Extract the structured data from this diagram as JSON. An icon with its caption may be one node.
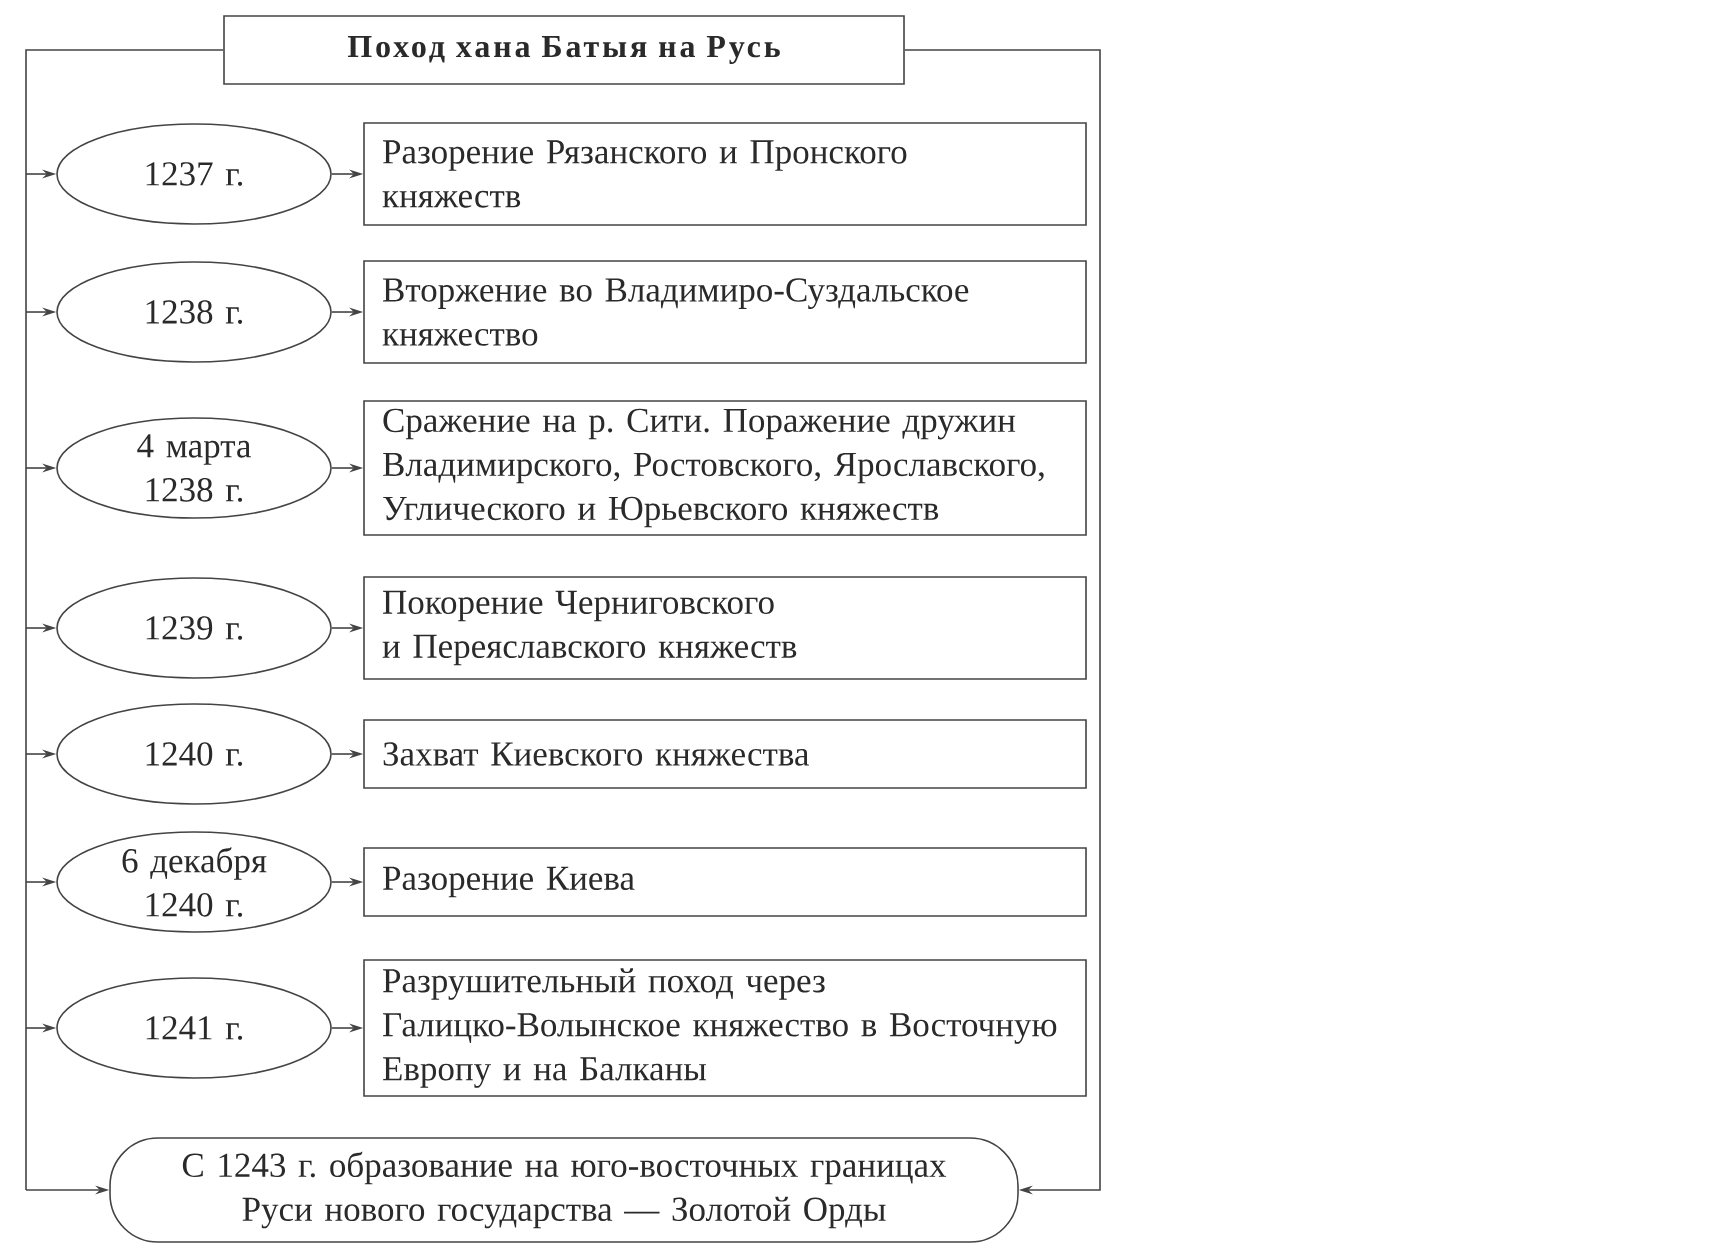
{
  "diagram": {
    "nodes": [
      {
        "text": [
          "Поход хана Батыя на Русь"
        ]
      },
      {
        "text": [
          "1237 г."
        ]
      },
      {
        "text": [
          "Разорение Рязанского и Пронского княжеств"
        ]
      },
      {
        "text": [
          "1238 г."
        ]
      },
      {
        "text": [
          "Вторжение во Владимиро-Суздальское княжество"
        ]
      },
      {
        "text": [
          "4 марта 1238 г."
        ]
      },
      {
        "text": [
          "Сражение на р. Сити. Поражение дружин Владимирского, Ростовского, Ярославского, Углического и Юрьевского княжеств"
        ]
      },
      {
        "text": [
          "1239 г."
        ]
      },
      {
        "text": [
          "Покорение Черниговского и Переяславского княжеств"
        ]
      },
      {
        "text": [
          "1240 г."
        ]
      },
      {
        "text": [
          "Захват Киевского княжества"
        ]
      },
      {
        "text": [
          "6 декабря 1240 г."
        ]
      },
      {
        "text": [
          "Разорение Киева"
        ]
      },
      {
        "text": [
          "1241 г."
        ]
      },
      {
        "text": [
          "Разрушительный поход через Галицко-Волынское княжество в Восточную Европу и на Балканы"
        ]
      },
      {
        "text": [
          "С 1243 г. образование на юго-восточных границах Руси нового государства — Золотой Орды"
        ]
      }
    ],
    "edges": [
      {
        "from": 0,
        "to": 1,
        "arrow": "to"
      },
      {
        "from": 1,
        "to": 2,
        "arrow": "to"
      },
      {
        "from": 0,
        "to": 3,
        "arrow": "to"
      },
      {
        "from": 3,
        "to": 4,
        "arrow": "to"
      },
      {
        "from": 0,
        "to": 5,
        "arrow": "to"
      },
      {
        "from": 5,
        "to": 6,
        "arrow": "to"
      },
      {
        "from": 0,
        "to": 7,
        "arrow": "to"
      },
      {
        "from": 7,
        "to": 8,
        "arrow": "to"
      },
      {
        "from": 0,
        "to": 9,
        "arrow": "to"
      },
      {
        "from": 9,
        "to": 10,
        "arrow": "to"
      },
      {
        "from": 0,
        "to": 11,
        "arrow": "to"
      },
      {
        "from": 11,
        "to": 12,
        "arrow": "to"
      },
      {
        "from": 0,
        "to": 13,
        "arrow": "to"
      },
      {
        "from": 13,
        "to": 14,
        "arrow": "to"
      },
      {
        "from": 0,
        "to": 15,
        "arrow": "to"
      },
      {
        "from": 0,
        "to": 15,
        "arrow": "to"
      }
    ]
  }
}
